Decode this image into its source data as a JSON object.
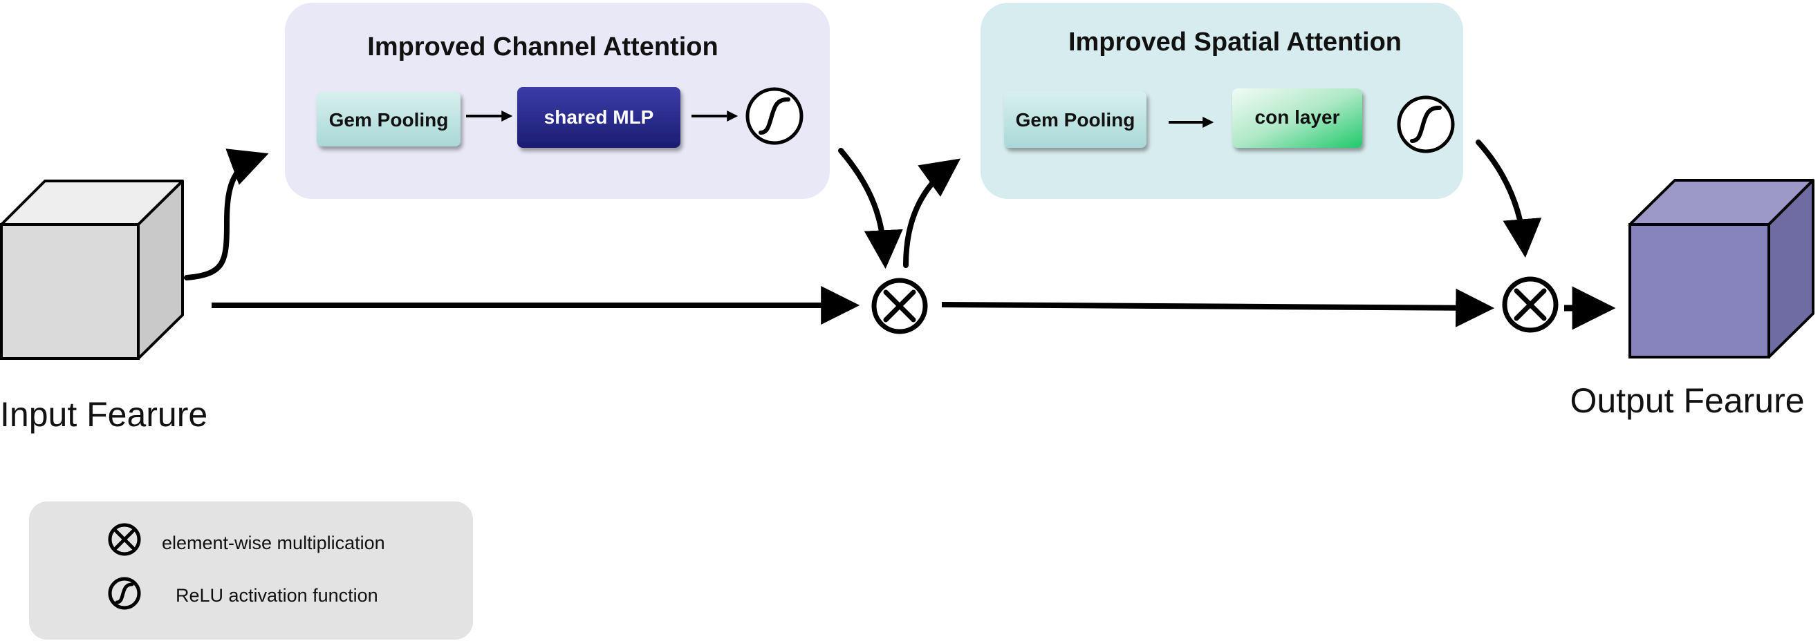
{
  "modules": {
    "channel": {
      "title": "Improved Channel Attention",
      "pooling_label": "Gem Pooling",
      "mlp_label": "shared MLP"
    },
    "spatial": {
      "title": "Improved Spatial Attention",
      "pooling_label": "Gem Pooling",
      "conv_label": "con layer"
    }
  },
  "input": {
    "label": "Input Fearure"
  },
  "output": {
    "label": "Output Fearure"
  },
  "legend": {
    "multiply_label": "element-wise multiplication",
    "activation_label": "ReLU activation function",
    "multiply_icon": "circled-times-icon",
    "activation_icon": "s-curve-icon"
  },
  "colors": {
    "channel_panel": "#e9e8f6",
    "spatial_panel": "#d7ecee",
    "pooling_block": "#bfe3e3",
    "mlp_block": "#2a2b8e",
    "conv_block": "#3fd281",
    "input_cube": "#d9d9d9",
    "output_cube": "#8784bd",
    "legend_panel": "#e3e3e3"
  }
}
